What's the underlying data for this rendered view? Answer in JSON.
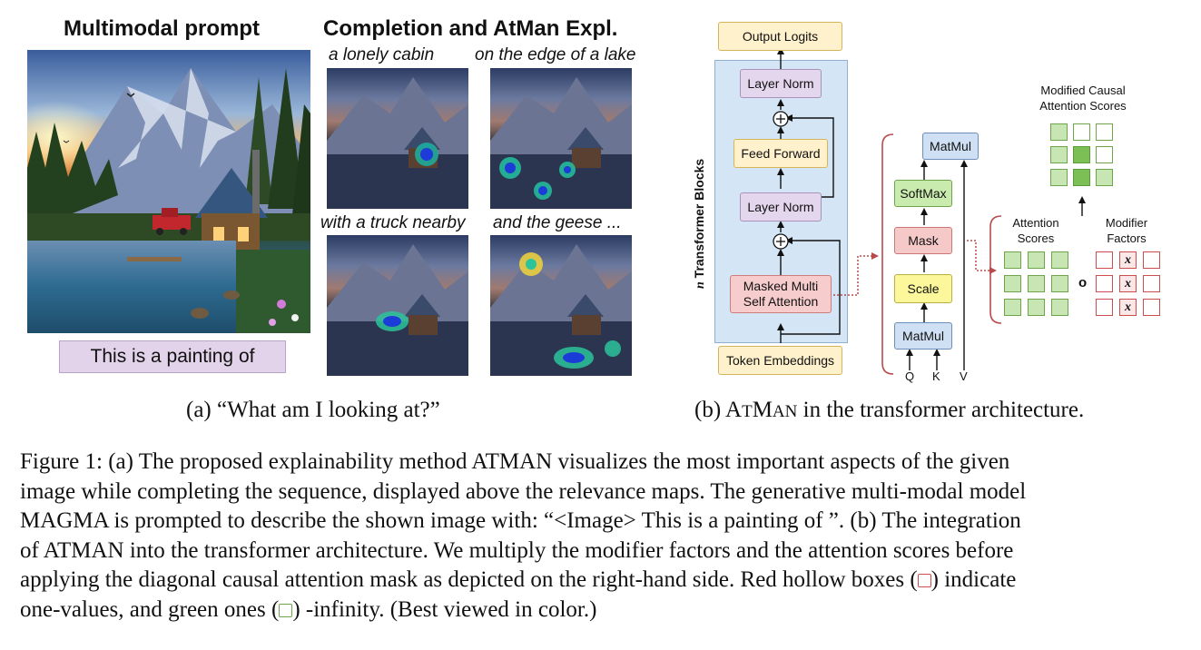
{
  "panel_a": {
    "title_left": "Multimodal prompt",
    "title_right": "Completion and AtMan Expl.",
    "thumb_captions": [
      "a lonely cabin",
      "on the edge of a lake",
      "with a truck nearby",
      "and the geese ..."
    ],
    "prompt": "This is a painting of",
    "subcaption": "(a) “What am I looking at?”"
  },
  "panel_b": {
    "output_logits": "Output Logits",
    "layer_norm_top": "Layer Norm",
    "feed_forward": "Feed Forward",
    "layer_norm_bottom": "Layer Norm",
    "masked_attention": "Masked Multi Self Attention",
    "token_embeddings": "Token Embeddings",
    "vertical_label_n": "n",
    "vertical_label": "Transformer Blocks",
    "plus": "+",
    "matmul_top": "MatMul",
    "softmax": "SoftMax",
    "mask": "Mask",
    "scale": "Scale",
    "matmul_bottom": "MatMul",
    "inputs": [
      "Q",
      "K",
      "V"
    ],
    "modified_scores_label": "Modified Causal Attention Scores",
    "attention_scores_label": "Attention Scores",
    "modifier_factors_label": "Modifier Factors",
    "hadamard": "o",
    "x_symbol": "x",
    "subcaption_prefix": "(b) A",
    "subcaption_tman": "T",
    "subcaption_m": "M",
    "subcaption_an": "AN",
    "subcaption_rest": " in the transformer architecture."
  },
  "caption": {
    "line1": "Figure 1: (a) The proposed explainability method ATMAN visualizes the most important aspects of the given",
    "line2": "image while completing the sequence, displayed above the relevance maps. The generative multi-modal model",
    "line3": "MAGMA is prompted to describe the shown image with: “<Image> This is a painting of ”. (b) The integration",
    "line4": "of ATMAN into the transformer architecture. We multiply the modifier factors and the attention scores before",
    "line5": "applying the diagonal causal attention mask as depicted on the right-hand side. Red hollow boxes (",
    "line5b": ") indicate",
    "line6a": "one-values, and green ones (",
    "line6b": ") -infinity. (Best viewed in color.)"
  },
  "colors": {
    "red_box": "#cc4d4d",
    "green_box": "#6ea54a",
    "transformer_bg": "#d4e6f6"
  }
}
